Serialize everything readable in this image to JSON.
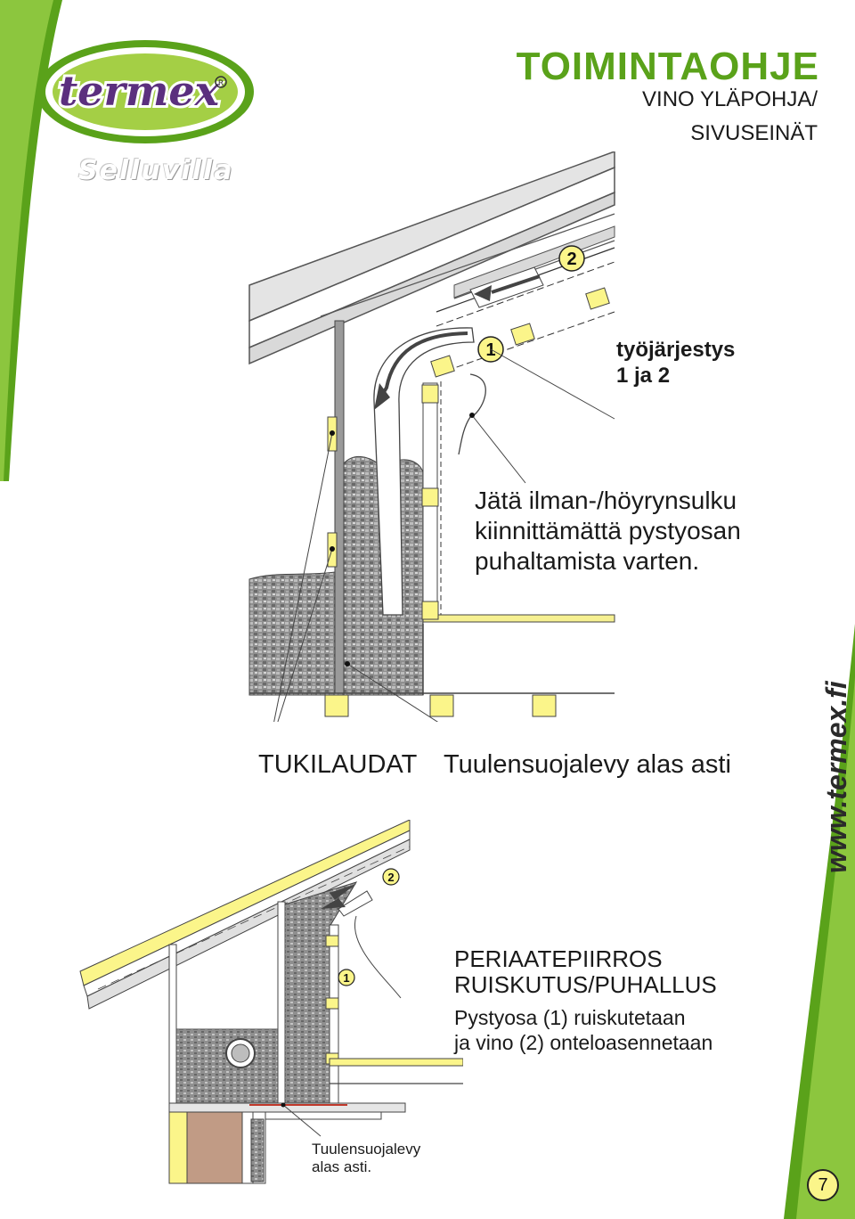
{
  "header": {
    "brand": "termex",
    "brand_sub": "Selluvilla",
    "title": "TOIMINTAOHJE",
    "subtitle_line1": "VINO YLÄPOHJA/",
    "subtitle_line2": "SIVUSEINÄT"
  },
  "diagram_top": {
    "step1": "1",
    "step2": "2",
    "order_line1": "työjärjestys",
    "order_line2": "1 ja 2",
    "note_line1": "Jätä ilman-/höyrynsulku",
    "note_line2": "kiinnittämättä pystyosan",
    "note_line3": "puhaltamista varten.",
    "label_left": "TUKILAUDAT",
    "label_right": "Tuulensuojalevy alas asti"
  },
  "diagram_bottom": {
    "step1": "1",
    "step2": "2",
    "title_line1": "PERIAATEPIIRROS",
    "title_line2": "RUISKUTUS/PUHALLUS",
    "desc_line1": "Pystyosa (1) ruiskutetaan",
    "desc_line2": "ja vino (2) onteloasennetaan",
    "label_line1": "Tuulensuojalevy",
    "label_line2": "alas asti."
  },
  "footer": {
    "website": "www.termex.fi",
    "page_number": "7"
  },
  "colors": {
    "brand_green": "#5aa21a",
    "lime": "#9ccd3a",
    "post_yellow": "#fbf58a",
    "logo_purple": "#5b2f7e"
  }
}
